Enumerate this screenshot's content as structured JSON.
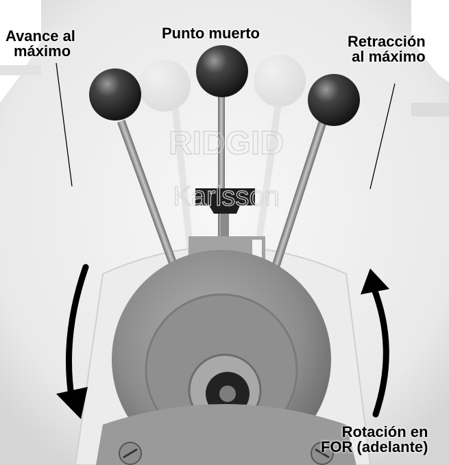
{
  "labels": {
    "advance_max": [
      "Avance al",
      "máximo"
    ],
    "neutral": "Punto muerto",
    "retract_max": [
      "Retracción",
      "al máximo"
    ],
    "rotation": [
      "Rotación en",
      "FOR (adelante)"
    ]
  },
  "watermark": [
    "RIDGID",
    "Karlsson"
  ],
  "icons": {
    "ccw_arrow": "curved-arrow-down-icon",
    "cw_arrow": "curved-arrow-up-icon"
  },
  "colors": {
    "text": "#000000",
    "arrow": "#000000",
    "body_light": "#eeeeee",
    "metal": "#9a9a9a",
    "knob": "#333333"
  }
}
